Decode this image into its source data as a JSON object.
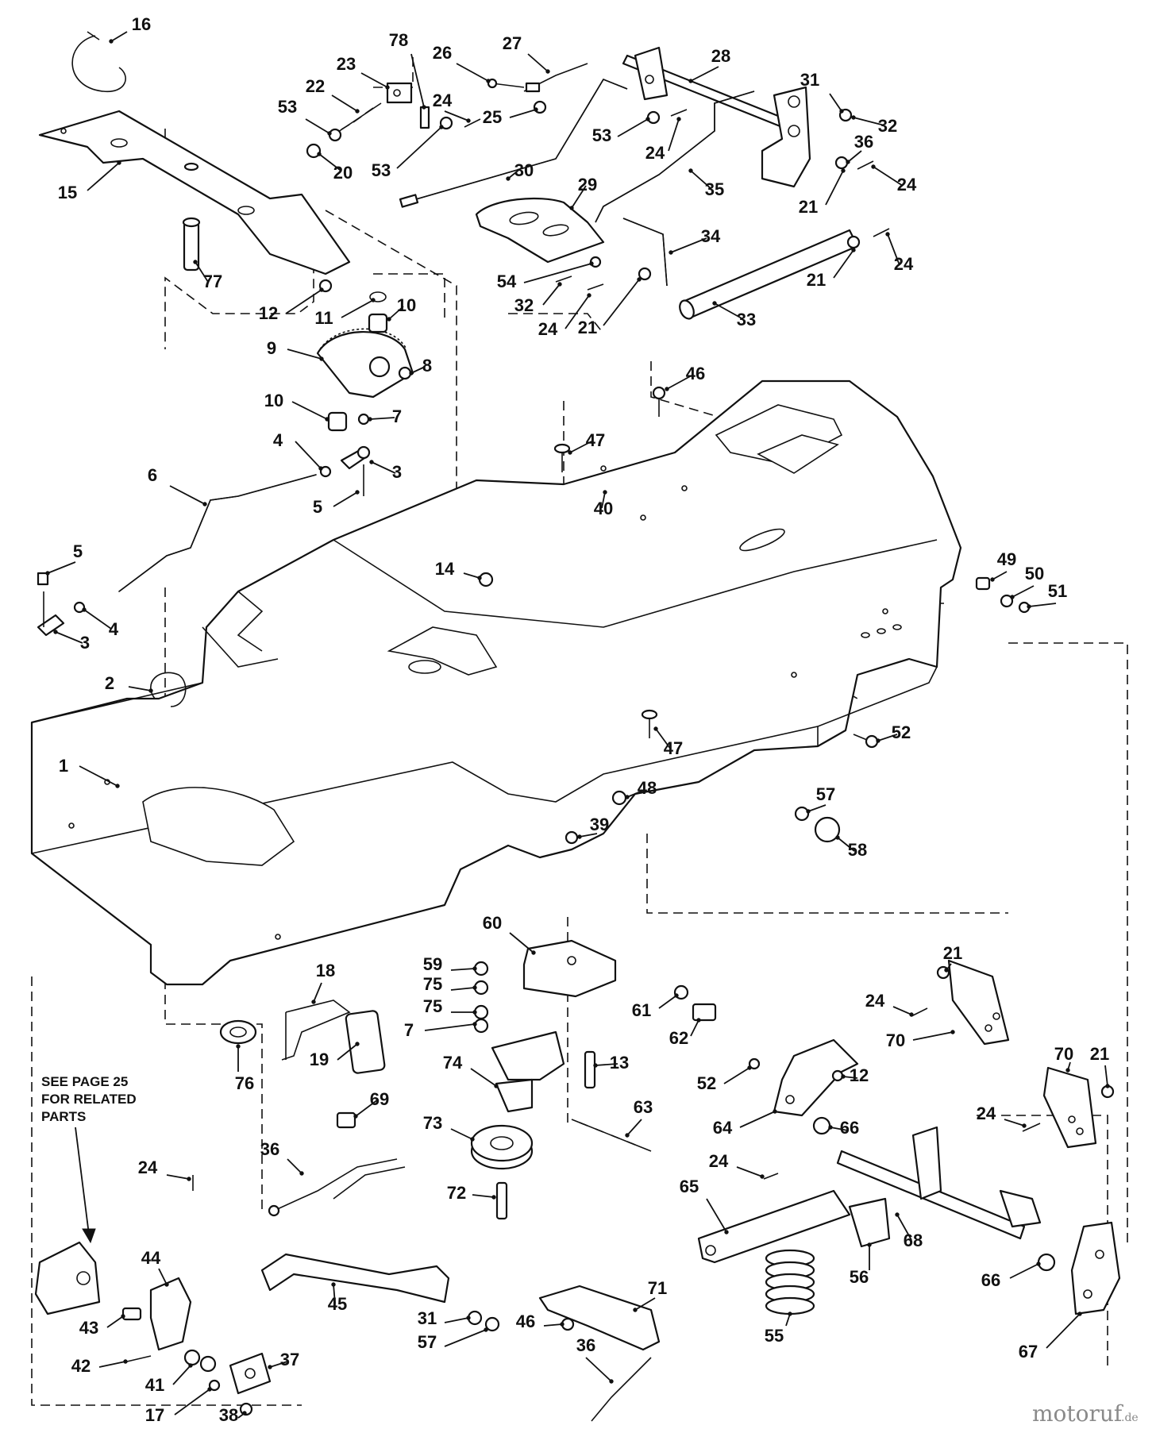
{
  "callouts": [
    {
      "id": "c16",
      "label": "16"
    },
    {
      "id": "c15",
      "label": "15"
    },
    {
      "id": "c77",
      "label": "77"
    },
    {
      "id": "c12a",
      "label": "12"
    },
    {
      "id": "c11",
      "label": "11"
    },
    {
      "id": "c10a",
      "label": "10"
    },
    {
      "id": "c9",
      "label": "9"
    },
    {
      "id": "c8",
      "label": "8"
    },
    {
      "id": "c10b",
      "label": "10"
    },
    {
      "id": "c7a",
      "label": "7"
    },
    {
      "id": "c4a",
      "label": "4"
    },
    {
      "id": "c3a",
      "label": "3"
    },
    {
      "id": "c5a",
      "label": "5"
    },
    {
      "id": "c6",
      "label": "6"
    },
    {
      "id": "c5b",
      "label": "5"
    },
    {
      "id": "c4b",
      "label": "4"
    },
    {
      "id": "c3b",
      "label": "3"
    },
    {
      "id": "c2",
      "label": "2"
    },
    {
      "id": "c1",
      "label": "1"
    },
    {
      "id": "c23",
      "label": "23"
    },
    {
      "id": "c78",
      "label": "78"
    },
    {
      "id": "c22",
      "label": "22"
    },
    {
      "id": "c53a",
      "label": "53"
    },
    {
      "id": "c20",
      "label": "20"
    },
    {
      "id": "c24a",
      "label": "24"
    },
    {
      "id": "c53b",
      "label": "53"
    },
    {
      "id": "c26",
      "label": "26"
    },
    {
      "id": "c27",
      "label": "27"
    },
    {
      "id": "c25",
      "label": "25"
    },
    {
      "id": "c30",
      "label": "30"
    },
    {
      "id": "c28",
      "label": "28"
    },
    {
      "id": "c53c",
      "label": "53"
    },
    {
      "id": "c24b",
      "label": "24"
    },
    {
      "id": "c31a",
      "label": "31"
    },
    {
      "id": "c32a",
      "label": "32"
    },
    {
      "id": "c36a",
      "label": "36"
    },
    {
      "id": "c24c",
      "label": "24"
    },
    {
      "id": "c35",
      "label": "35"
    },
    {
      "id": "c21a",
      "label": "21"
    },
    {
      "id": "c29",
      "label": "29"
    },
    {
      "id": "c34",
      "label": "34"
    },
    {
      "id": "c24d",
      "label": "24"
    },
    {
      "id": "c21b",
      "label": "21"
    },
    {
      "id": "c54",
      "label": "54"
    },
    {
      "id": "c32b",
      "label": "32"
    },
    {
      "id": "c24e",
      "label": "24"
    },
    {
      "id": "c21c",
      "label": "21"
    },
    {
      "id": "c33",
      "label": "33"
    },
    {
      "id": "c46a",
      "label": "46"
    },
    {
      "id": "c47a",
      "label": "47"
    },
    {
      "id": "c40",
      "label": "40"
    },
    {
      "id": "c14",
      "label": "14"
    },
    {
      "id": "c49",
      "label": "49"
    },
    {
      "id": "c50",
      "label": "50"
    },
    {
      "id": "c51",
      "label": "51"
    },
    {
      "id": "c52a",
      "label": "52"
    },
    {
      "id": "c47b",
      "label": "47"
    },
    {
      "id": "c48",
      "label": "48"
    },
    {
      "id": "c57a",
      "label": "57"
    },
    {
      "id": "c39",
      "label": "39"
    },
    {
      "id": "c58",
      "label": "58"
    },
    {
      "id": "c18",
      "label": "18"
    },
    {
      "id": "c19",
      "label": "19"
    },
    {
      "id": "c76",
      "label": "76"
    },
    {
      "id": "c69",
      "label": "69"
    },
    {
      "id": "c60",
      "label": "60"
    },
    {
      "id": "c59",
      "label": "59"
    },
    {
      "id": "c75a",
      "label": "75"
    },
    {
      "id": "c75b",
      "label": "75"
    },
    {
      "id": "c7b",
      "label": "7"
    },
    {
      "id": "c74",
      "label": "74"
    },
    {
      "id": "c13",
      "label": "13"
    },
    {
      "id": "c61",
      "label": "61"
    },
    {
      "id": "c62",
      "label": "62"
    },
    {
      "id": "c73",
      "label": "73"
    },
    {
      "id": "c63",
      "label": "63"
    },
    {
      "id": "c72",
      "label": "72"
    },
    {
      "id": "c21d",
      "label": "21"
    },
    {
      "id": "c24f",
      "label": "24"
    },
    {
      "id": "c70a",
      "label": "70"
    },
    {
      "id": "c52b",
      "label": "52"
    },
    {
      "id": "c12b",
      "label": "12"
    },
    {
      "id": "c64",
      "label": "64"
    },
    {
      "id": "c66a",
      "label": "66"
    },
    {
      "id": "c70b",
      "label": "70"
    },
    {
      "id": "c21e",
      "label": "21"
    },
    {
      "id": "c24g",
      "label": "24"
    },
    {
      "id": "c24h",
      "label": "24"
    },
    {
      "id": "c65",
      "label": "65"
    },
    {
      "id": "c56",
      "label": "56"
    },
    {
      "id": "c55",
      "label": "55"
    },
    {
      "id": "c68",
      "label": "68"
    },
    {
      "id": "c66b",
      "label": "66"
    },
    {
      "id": "c67",
      "label": "67"
    },
    {
      "id": "c36b",
      "label": "36"
    },
    {
      "id": "c24i",
      "label": "24"
    },
    {
      "id": "c44",
      "label": "44"
    },
    {
      "id": "c43",
      "label": "43"
    },
    {
      "id": "c42",
      "label": "42"
    },
    {
      "id": "c41",
      "label": "41"
    },
    {
      "id": "c37",
      "label": "37"
    },
    {
      "id": "c17",
      "label": "17"
    },
    {
      "id": "c38",
      "label": "38"
    },
    {
      "id": "c45",
      "label": "45"
    },
    {
      "id": "c31b",
      "label": "31"
    },
    {
      "id": "c57b",
      "label": "57"
    },
    {
      "id": "c71",
      "label": "71"
    },
    {
      "id": "c46b",
      "label": "46"
    },
    {
      "id": "c36c",
      "label": "36"
    }
  ],
  "note": {
    "lines": [
      "SEE PAGE 25",
      "FOR RELATED",
      "PARTS"
    ]
  },
  "watermark": {
    "brand": "motoruf",
    "suffix": ".de"
  }
}
